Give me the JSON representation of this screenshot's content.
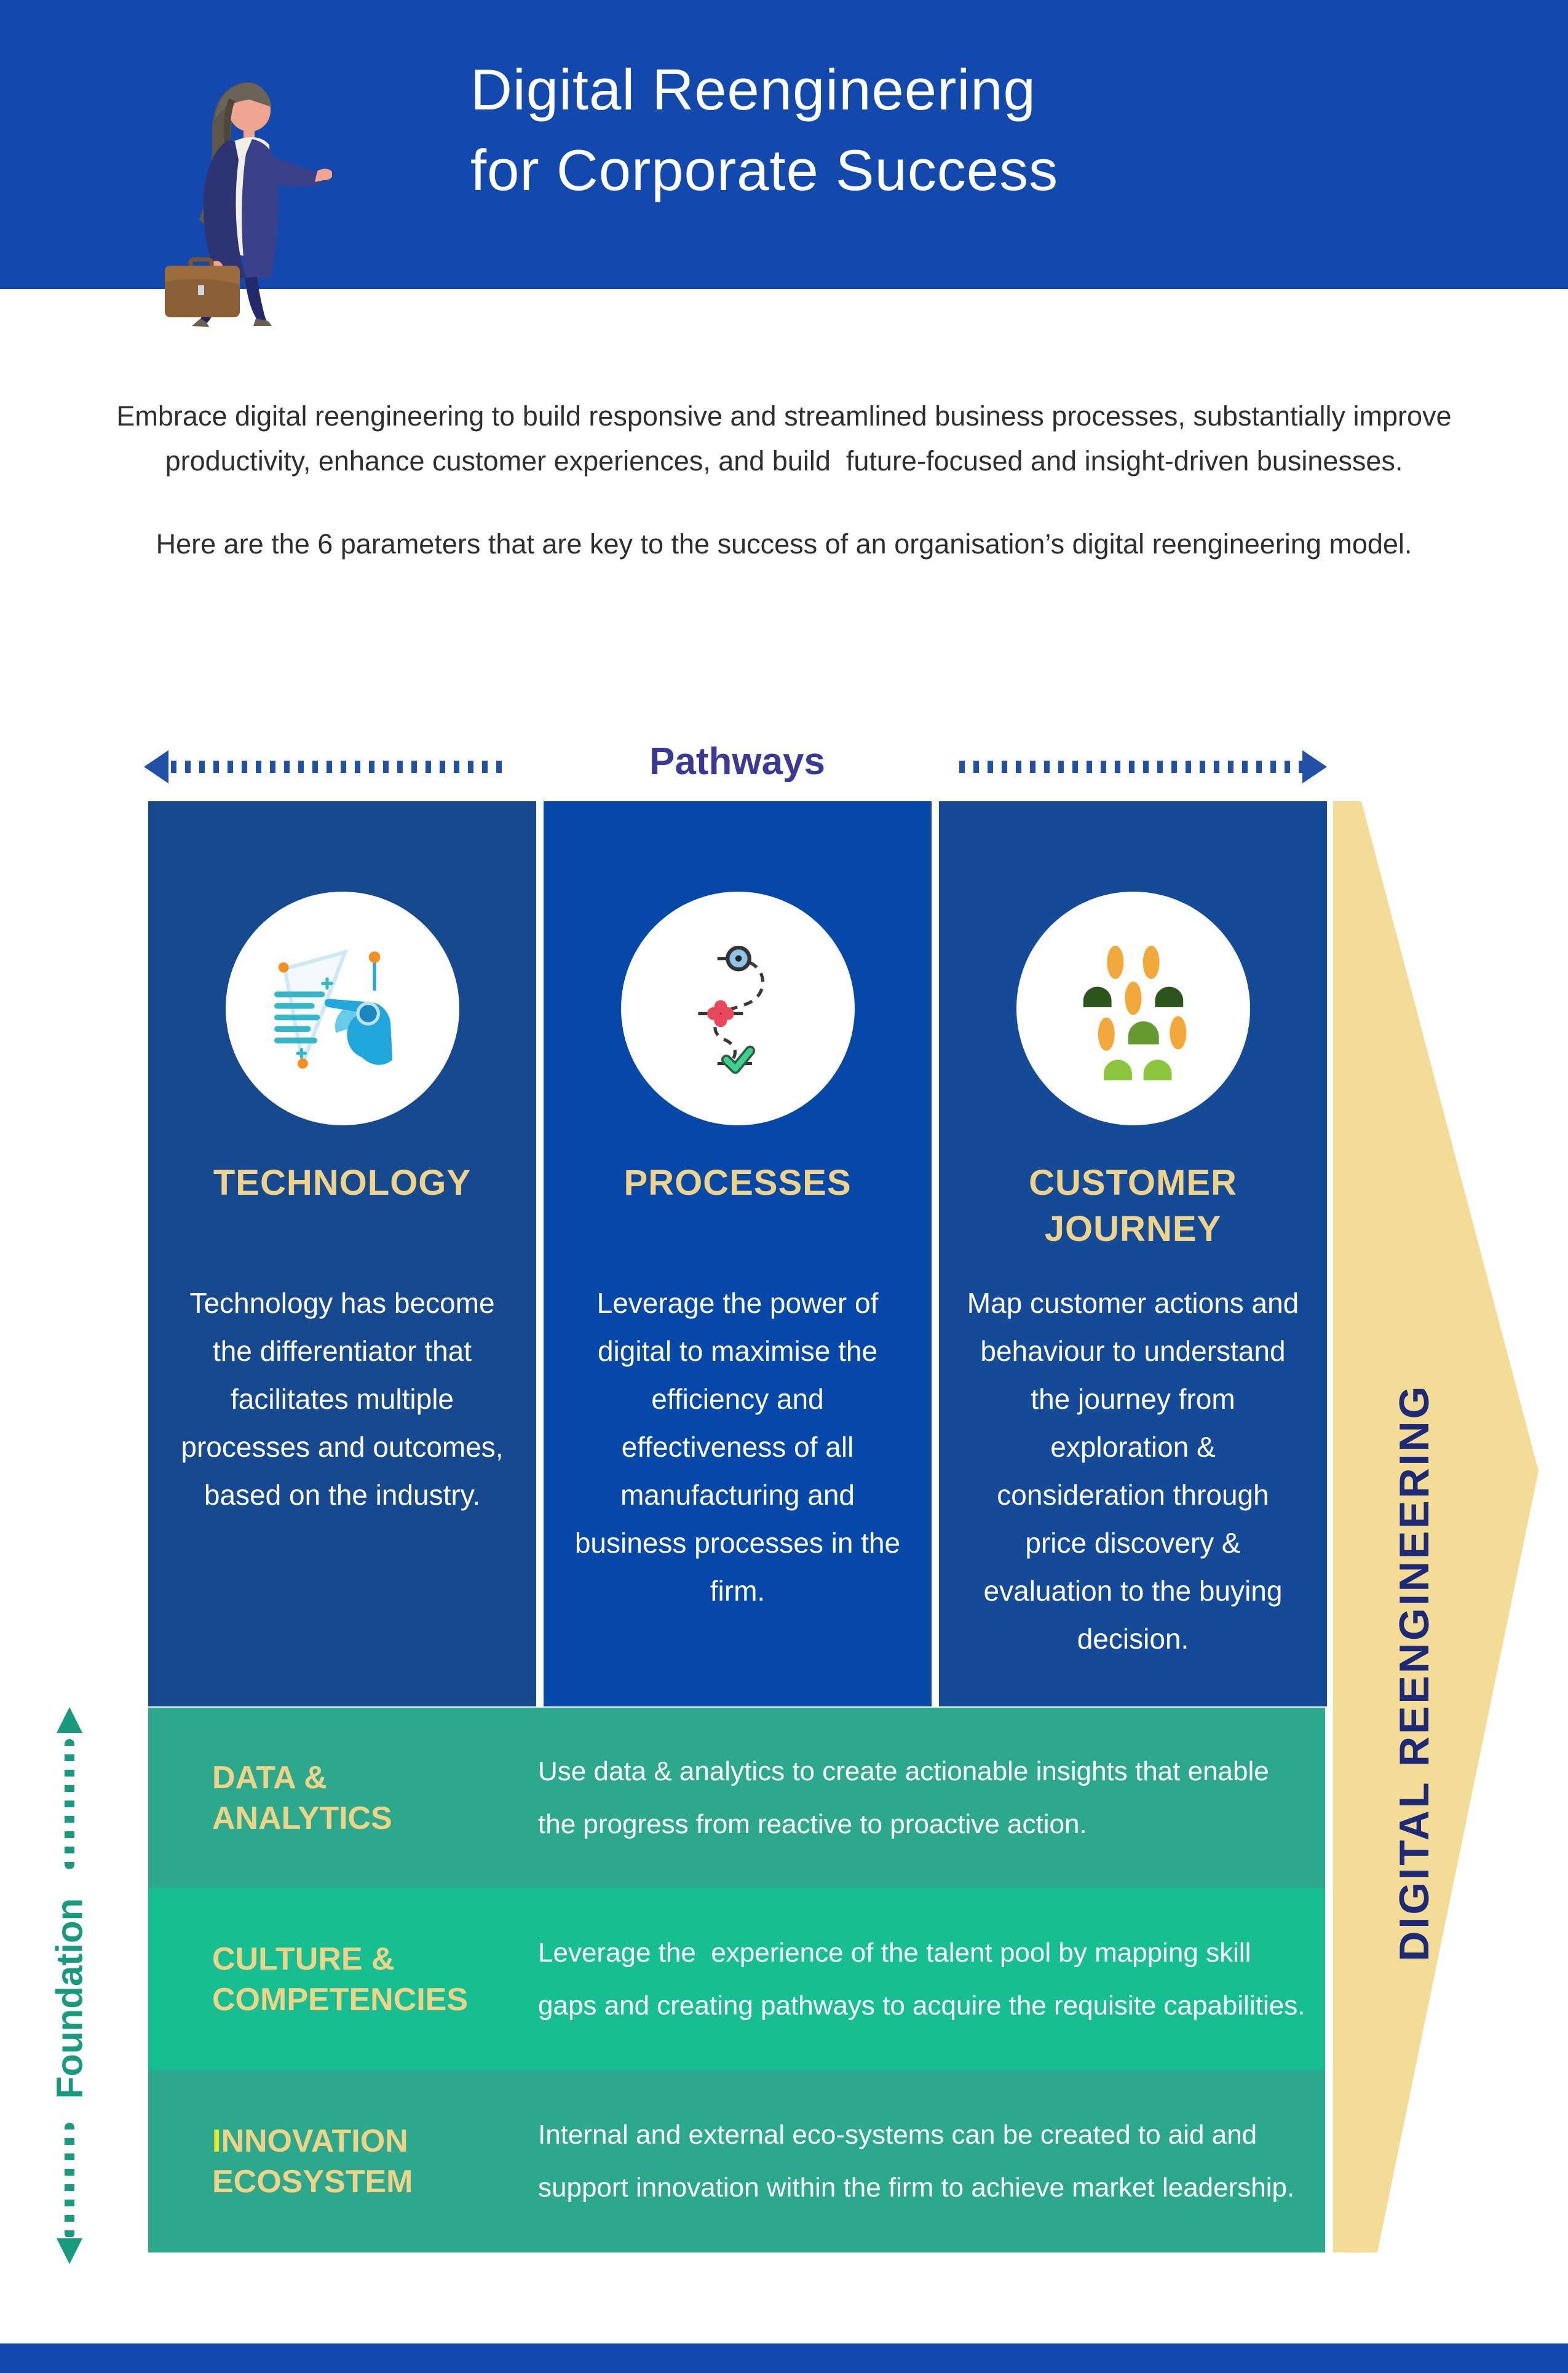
{
  "header": {
    "title_line1": "Digital Reengineering",
    "title_line2": "for Corporate Success"
  },
  "intro": {
    "paragraph1": "Embrace digital reengineering to build responsive and streamlined business processes, substantially improve productivity, enhance customer experiences, and build  future-focused and insight-driven businesses.",
    "paragraph2": "Here are the 6 parameters that are key to the success of an organisation’s digital reengineering model."
  },
  "pathways": {
    "label": "Pathways"
  },
  "columns": [
    {
      "title": "TECHNOLOGY",
      "body": "Technology has become the differentiator that facilitates multiple processes and outcomes, based on the industry.",
      "icon": "technology-hand-icon"
    },
    {
      "title": "PROCESSES",
      "body": "Leverage the power of digital to maximise the efficiency and effectiveness of all manufacturing and business processes in the firm.",
      "icon": "process-route-icon"
    },
    {
      "title": "CUSTOMER JOURNEY",
      "body": "Map customer actions and behaviour to understand the journey from exploration & consideration through price discovery & evaluation to the buying decision.",
      "icon": "customer-group-icon"
    }
  ],
  "side_banner": {
    "label": "DIGITAL REENGINEERING"
  },
  "foundation": {
    "label": "Foundation"
  },
  "rows": [
    {
      "title": "DATA & ANALYTICS",
      "body": "Use data & analytics to create actionable insights that enable the progress from reactive to proactive action."
    },
    {
      "title": "CULTURE & COMPETENCIES",
      "body": "Leverage the  experience of the talent pool by mapping skill gaps and creating pathways to acquire the requisite capabilities."
    },
    {
      "title": "INNOVATION ECOSYSTEM",
      "body": "Internal and external eco-systems can be created to aid and support innovation within the firm to achieve market leadership."
    }
  ],
  "colors": {
    "header_bg": "#1348ac",
    "column_bg_1": "#17498f",
    "column_bg_2": "#0548a8",
    "column_bg_3": "#144a98",
    "row_bg_1": "#2ca98c",
    "row_bg_2": "#17be92",
    "row_bg_3": "#2ca98c",
    "heading_gold": "#eed388",
    "banner_yellow": "#f2dc96",
    "banner_text_navy": "#1e2a78",
    "pathways_indigo": "#3a3a95",
    "pathways_arrow_blue": "#2150a5",
    "foundation_teal": "#1a9a7c",
    "innovation_first_letter": "#f0ea26",
    "footer_bg": "#1348ac"
  }
}
